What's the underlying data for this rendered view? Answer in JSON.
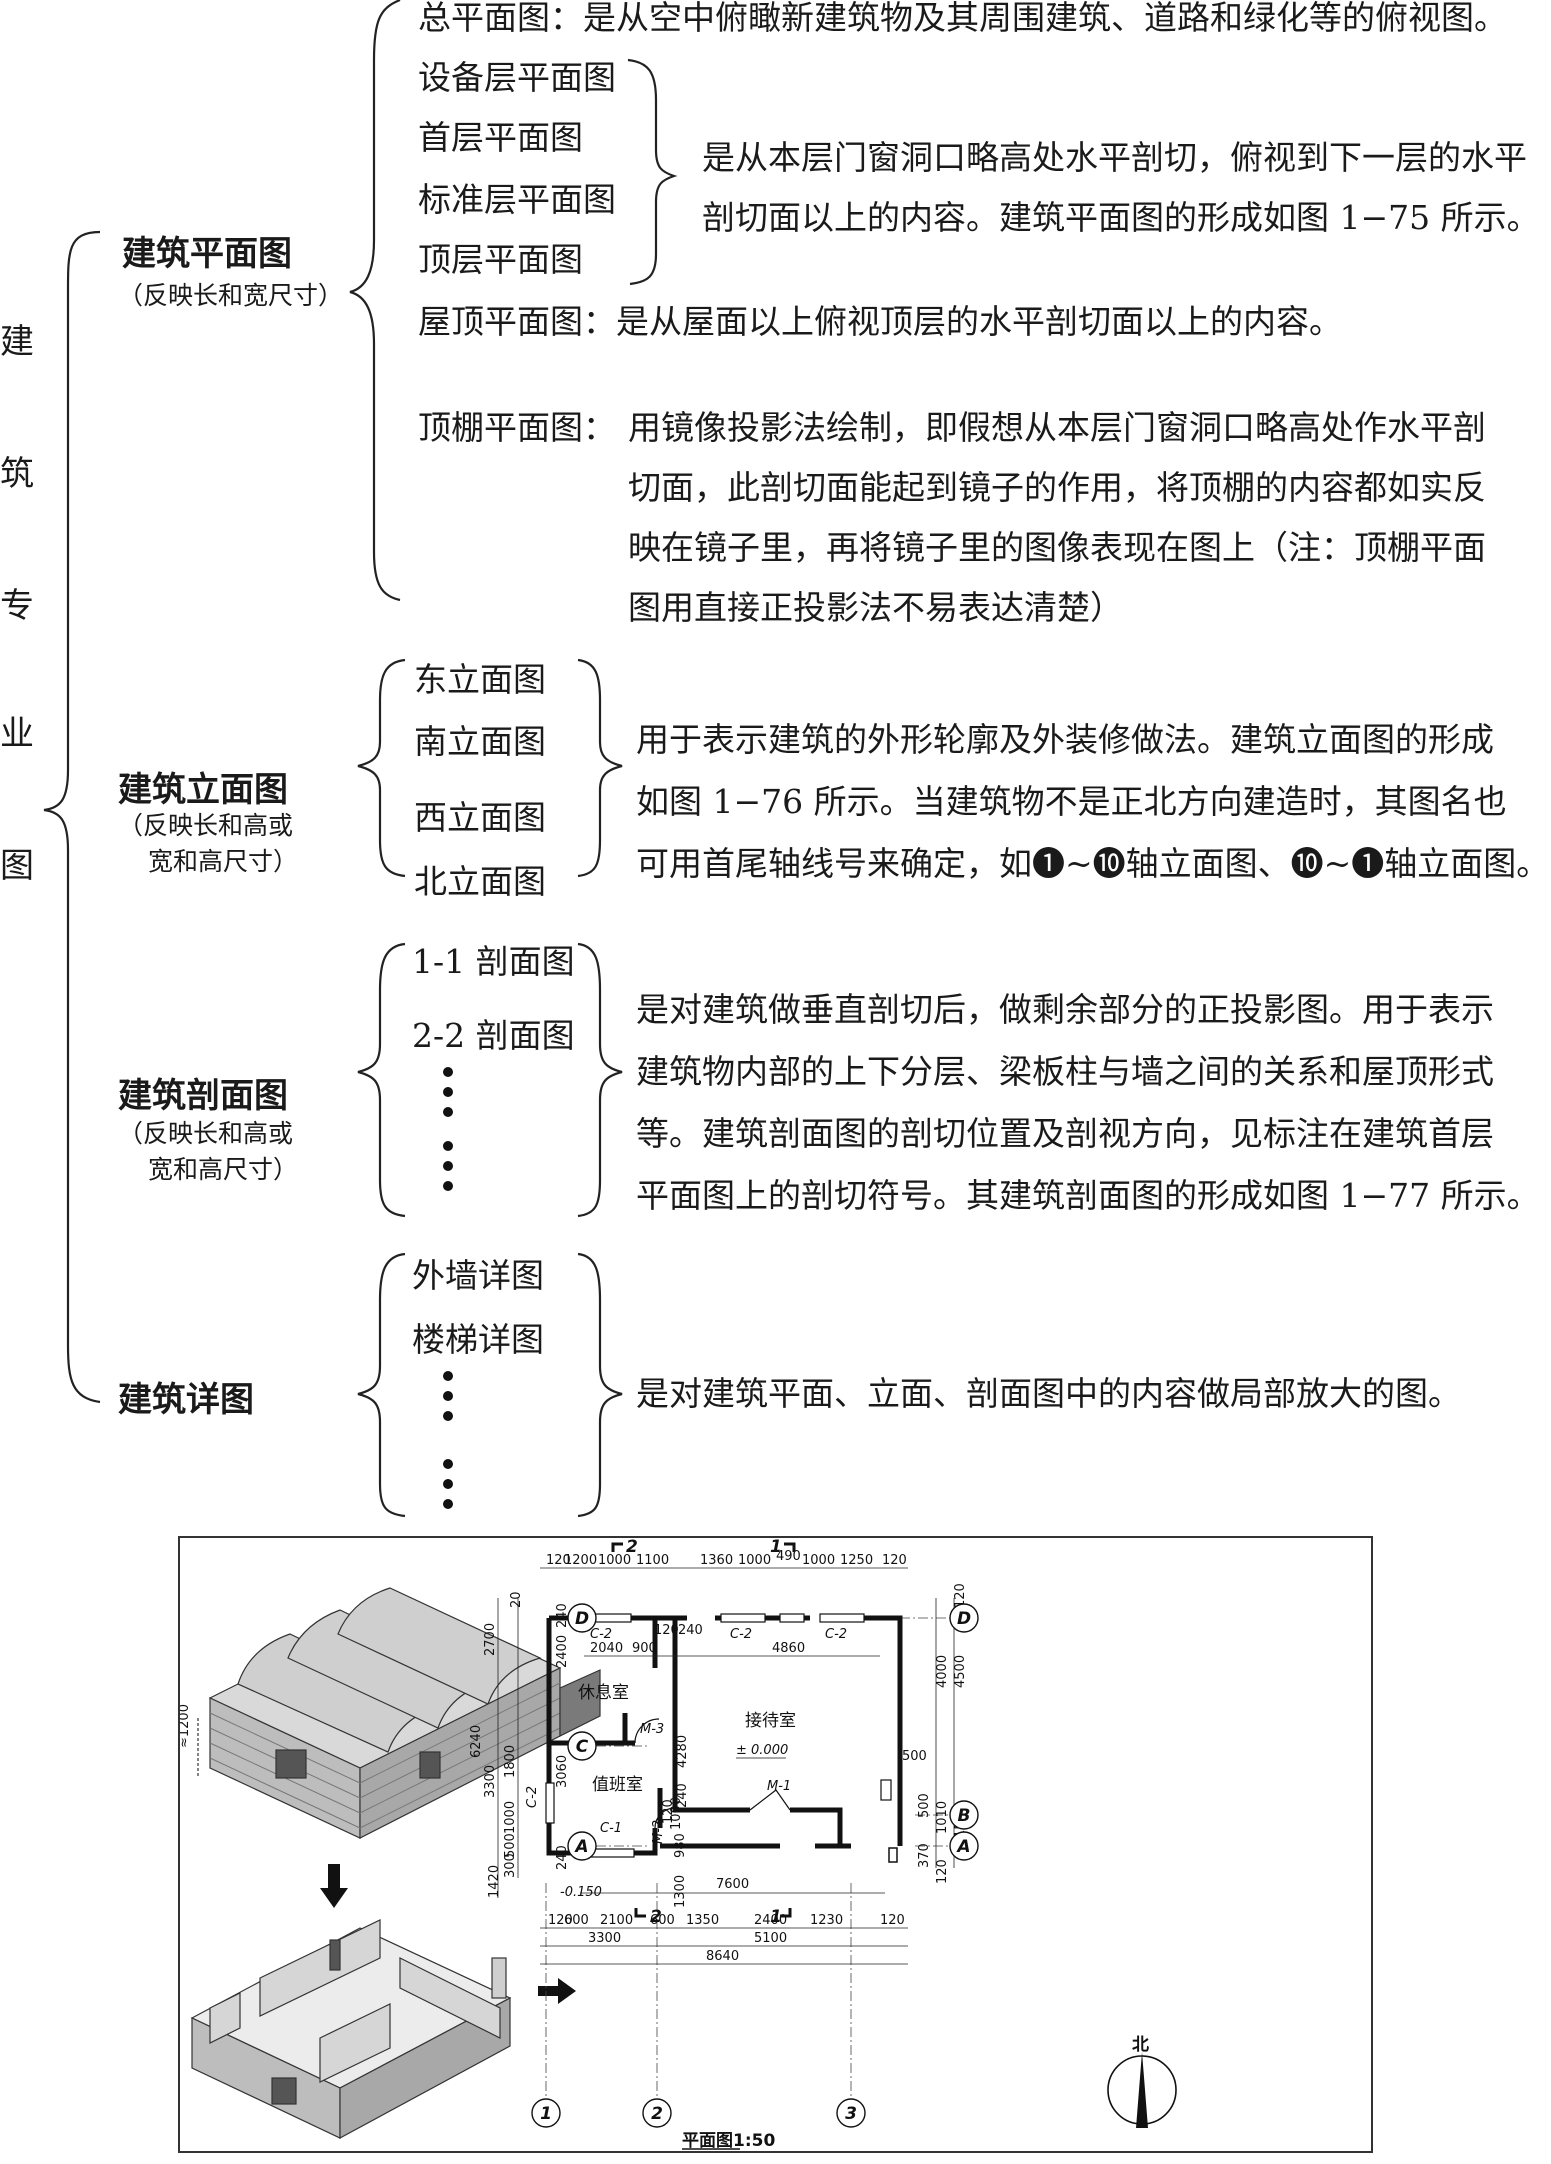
{
  "root": {
    "chars": [
      "建",
      "筑",
      "专",
      "业",
      "图"
    ]
  },
  "plan": {
    "title": "建筑平面图",
    "note": "（反映长和宽尺寸）",
    "site_plan": "总平面图：是从空中俯瞰新建筑物及其周围建筑、道路和绿化等的俯视图。",
    "floors": [
      "设备层平面图",
      "首层平面图",
      "标准层平面图",
      "顶层平面图"
    ],
    "floors_desc_1": "是从本层门窗洞口略高处水平剖切，俯视到下一层的水平",
    "floors_desc_2": "剖切面以上的内容。建筑平面图的形成如图 1−75 所示。",
    "roof_plan": "屋顶平面图：是从屋面以上俯视顶层的水平剖切面以上的内容。",
    "ceiling_label": "顶棚平面图：",
    "ceiling_lines": [
      "用镜像投影法绘制，即假想从本层门窗洞口略高处作水平剖",
      "切面，此剖切面能起到镜子的作用，将顶棚的内容都如实反",
      "映在镜子里，再将镜子里的图像表现在图上（注：顶棚平面",
      "图用直接正投影法不易表达清楚）"
    ]
  },
  "elevation": {
    "title": "建筑立面图",
    "note_1": "（反映长和高或",
    "note_2": "宽和高尺寸）",
    "items": [
      "东立面图",
      "南立面图",
      "西立面图",
      "北立面图"
    ],
    "desc": [
      "用于表示建筑的外形轮廓及外装修做法。建筑立面图的形成",
      "如图 1−76 所示。当建筑物不是正北方向建造时，其图名也",
      "可用首尾轴线号来确定，如❶~❿轴立面图、❿~❶轴立面图。"
    ]
  },
  "section": {
    "title": "建筑剖面图",
    "note_1": "（反映长和高或",
    "note_2": "宽和高尺寸）",
    "items": [
      "1-1 剖面图",
      "2-2 剖面图"
    ],
    "desc": [
      "是对建筑做垂直剖切后，做剩余部分的正投影图。用于表示",
      "建筑物内部的上下分层、梁板柱与墙之间的关系和屋顶形式",
      "等。建筑剖面图的剖切位置及剖视方向，见标注在建筑首层",
      "平面图上的剖切符号。其建筑剖面图的形成如图 1−77 所示。"
    ]
  },
  "detail": {
    "title": "建筑详图",
    "items": [
      "外墙详图",
      "楼梯详图"
    ],
    "desc": "是对建筑平面、立面、剖面图中的内容做局部放大的图。"
  },
  "figure": {
    "caption": "平面图1:50",
    "north": "北",
    "rooms": {
      "rest": "休息室",
      "duty": "值班室",
      "reception": "接待室"
    },
    "elev_mark": "± 0.000",
    "elev_low": "-0.150",
    "doors": {
      "m1": "M-1",
      "m2": "M-2",
      "m3": "M-3"
    },
    "windows": {
      "c1": "C-1",
      "c2": "C-2"
    },
    "axes_h": [
      "1",
      "2",
      "3"
    ],
    "axes_v": [
      "A",
      "B",
      "C",
      "D"
    ],
    "section_marks": {
      "s1": "1",
      "s2": "2"
    },
    "dims_top": [
      "120",
      "1200",
      "1000",
      "1100",
      "1360",
      "1000",
      "490",
      "1000",
      "1250",
      "120"
    ],
    "dims_bottom_1": [
      "120",
      "600",
      "2100",
      "600",
      "1350",
      "2400",
      "1230",
      "120"
    ],
    "dims_bottom_2": [
      "3300",
      "5100"
    ],
    "dims_total": "8640",
    "dims_inner": {
      "w_rest": "2040",
      "w_door": "900",
      "w_120": "120",
      "w_240": "240",
      "w_rec": "4860",
      "w_7600": "7600"
    },
    "dims_left": [
      "2700",
      "3300",
      "1800",
      "1000",
      "500",
      "6240",
      "1420",
      "300",
      "2400",
      "3060",
      "240",
      "240"
    ],
    "dims_right": [
      "4000",
      "4500",
      "1500",
      "1010",
      "370",
      "120",
      "500",
      "120",
      "500"
    ],
    "dims_misc": [
      "4280",
      "1300",
      "980",
      "1000",
      "240",
      "120",
      "20"
    ],
    "iso_scale_label": "≈1200"
  }
}
